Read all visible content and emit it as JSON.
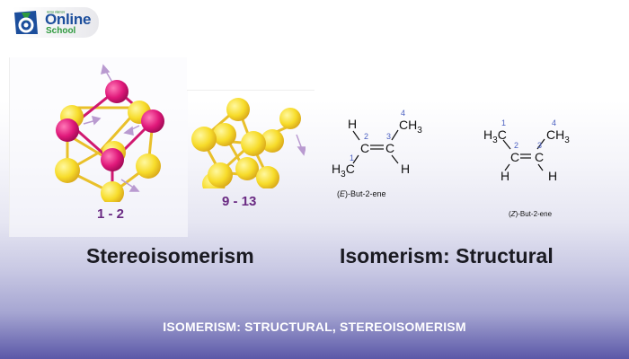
{
  "logo": {
    "tagline": "मानव संसाधन",
    "brand_line1": "Online",
    "brand_line2": "School",
    "colors": {
      "blue": "#1c4e9c",
      "green": "#2f9a3e"
    }
  },
  "figures": {
    "cluster_left": {
      "label": "1 - 2",
      "atom_colors": [
        "#e0187a",
        "#f7dc2a"
      ]
    },
    "cluster_right": {
      "label": "9 - 13",
      "atom_colors": [
        "#f7dc2a"
      ]
    },
    "e_isomer": {
      "caption_prefix": "(",
      "caption_italic": "E",
      "caption_suffix": ")-But-2-ene",
      "atoms": {
        "top_left": "H",
        "top_right": "CH3",
        "c2": "C",
        "c3": "C",
        "bottom_left": "H3C",
        "bottom_right": "H"
      },
      "locants": [
        "1",
        "2",
        "3",
        "4"
      ]
    },
    "z_isomer": {
      "caption_prefix": "(",
      "caption_italic": "Z",
      "caption_suffix": ")-But-2-ene",
      "atoms": {
        "top_left": "H3C",
        "top_right": "CH3",
        "c2": "C",
        "c3": "C",
        "bottom_left": "H",
        "bottom_right": "H"
      },
      "locants": [
        "1",
        "2",
        "3",
        "4"
      ]
    }
  },
  "headings": {
    "left": "Stereoisomerism",
    "right": "Isomerism: Structural"
  },
  "footer": {
    "title": "ISOMERISM: STRUCTURAL, STEREOISOMERISM"
  }
}
